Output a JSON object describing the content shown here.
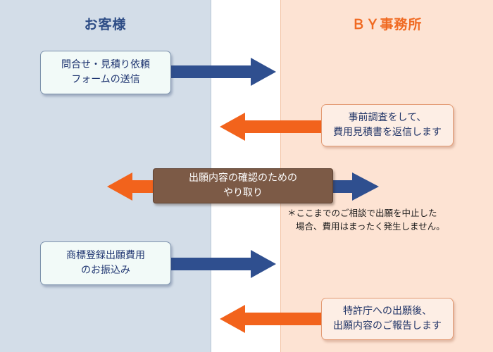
{
  "columns": {
    "customer": "お客様",
    "office": "ＢＹ事務所"
  },
  "steps": [
    {
      "from": "customer",
      "lines": [
        "問合せ・見積り依頼",
        "フォームの送信"
      ]
    },
    {
      "from": "office",
      "lines": [
        "事前調査をして、",
        "費用見積書を返信します"
      ]
    },
    {
      "from": "both",
      "lines": [
        "出願内容の確認のための",
        "やり取り"
      ]
    },
    {
      "from": "customer",
      "lines": [
        "商標登録出願費用",
        "のお振込み"
      ]
    },
    {
      "from": "office",
      "lines": [
        "特許庁への出願後、",
        "出願内容のご報告します"
      ]
    }
  ],
  "note": {
    "lines": [
      "＊ここまでのご相談で出願を中止した",
      "場合、費用はまったく発生しません。"
    ]
  },
  "colors": {
    "customer_bg": "#d3dde8",
    "office_bg": "#fde3d3",
    "arrow_blue": "#2f4f8f",
    "arrow_orange": "#f2631c",
    "exchange_box": "#7c5a46"
  }
}
